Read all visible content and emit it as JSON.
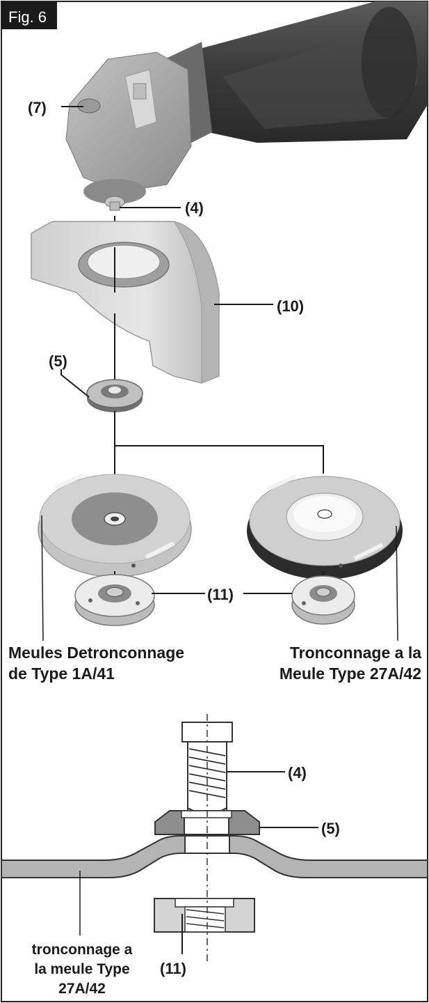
{
  "figure": {
    "label": "Fig. 6",
    "callouts": {
      "c7": "(7)",
      "c4_top": "(4)",
      "c10": "(10)",
      "c5_top": "(5)",
      "c11_top": "(11)",
      "c4_bottom": "(4)",
      "c5_bottom": "(5)",
      "c11_bottom": "(11)"
    },
    "captions": {
      "left_line1": "Meules Detronconnage",
      "left_line2": "de Type 1A/41",
      "right_line1": "Tronconnage a la",
      "right_line2": "Meule Type 27A/42",
      "bottom_line1": "tronconnage a",
      "bottom_line2": "la meule Type",
      "bottom_line3": "27A/42"
    },
    "colors": {
      "frame": "#222222",
      "badge": "#1a1a1a",
      "tool_dark": "#3c3c3c",
      "tool_light": "#a8a8a8",
      "part_grey": "#8e8e8e",
      "part_light": "#d4d4d4"
    }
  }
}
